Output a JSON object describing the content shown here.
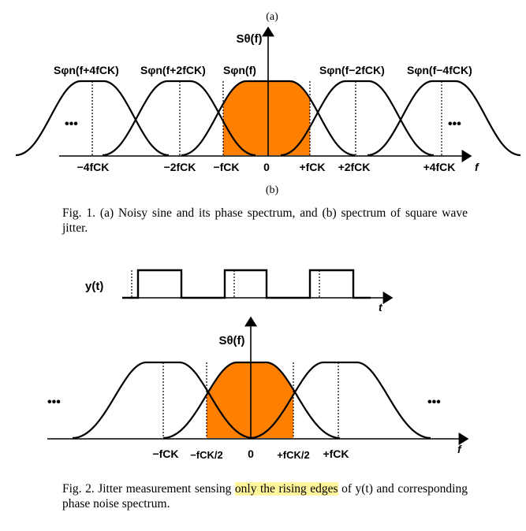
{
  "figure1": {
    "label_a": "(a)",
    "label_b": "(b)",
    "ylabel": "Sθ(f)",
    "axis_var": "f",
    "ellipsis": "•••",
    "curves": [
      {
        "label": "Sφn(f+4fCK)"
      },
      {
        "label": "Sφn(f+2fCK)"
      },
      {
        "label": "Sφn(f)"
      },
      {
        "label": "Sφn(f−2fCK)"
      },
      {
        "label": "Sφn(f−4fCK)"
      }
    ],
    "ticks": [
      "−4fCK",
      "−2fCK",
      "−fCK",
      "0",
      "+fCK",
      "+2fCK",
      "+4fCK"
    ],
    "fill_color": "#ff8000"
  },
  "caption1": "Fig. 1.  (a) Noisy sine and its phase spectrum, and (b) spectrum of square wave jitter.",
  "figure2": {
    "wave_label": "y(t)",
    "time_var": "t",
    "ylabel": "Sθ(f)",
    "axis_var": "f",
    "ellipsis": "•••",
    "ticks": [
      "−fCK",
      "−fCK/2",
      "0",
      "+fCK/2",
      "+fCK"
    ],
    "fill_color": "#ff8000"
  },
  "caption2": {
    "before": "Fig. 2.  Jitter measurement sensing ",
    "highlight": "only the rising edges",
    "after": " of y(t) and corresponding phase noise spectrum."
  }
}
